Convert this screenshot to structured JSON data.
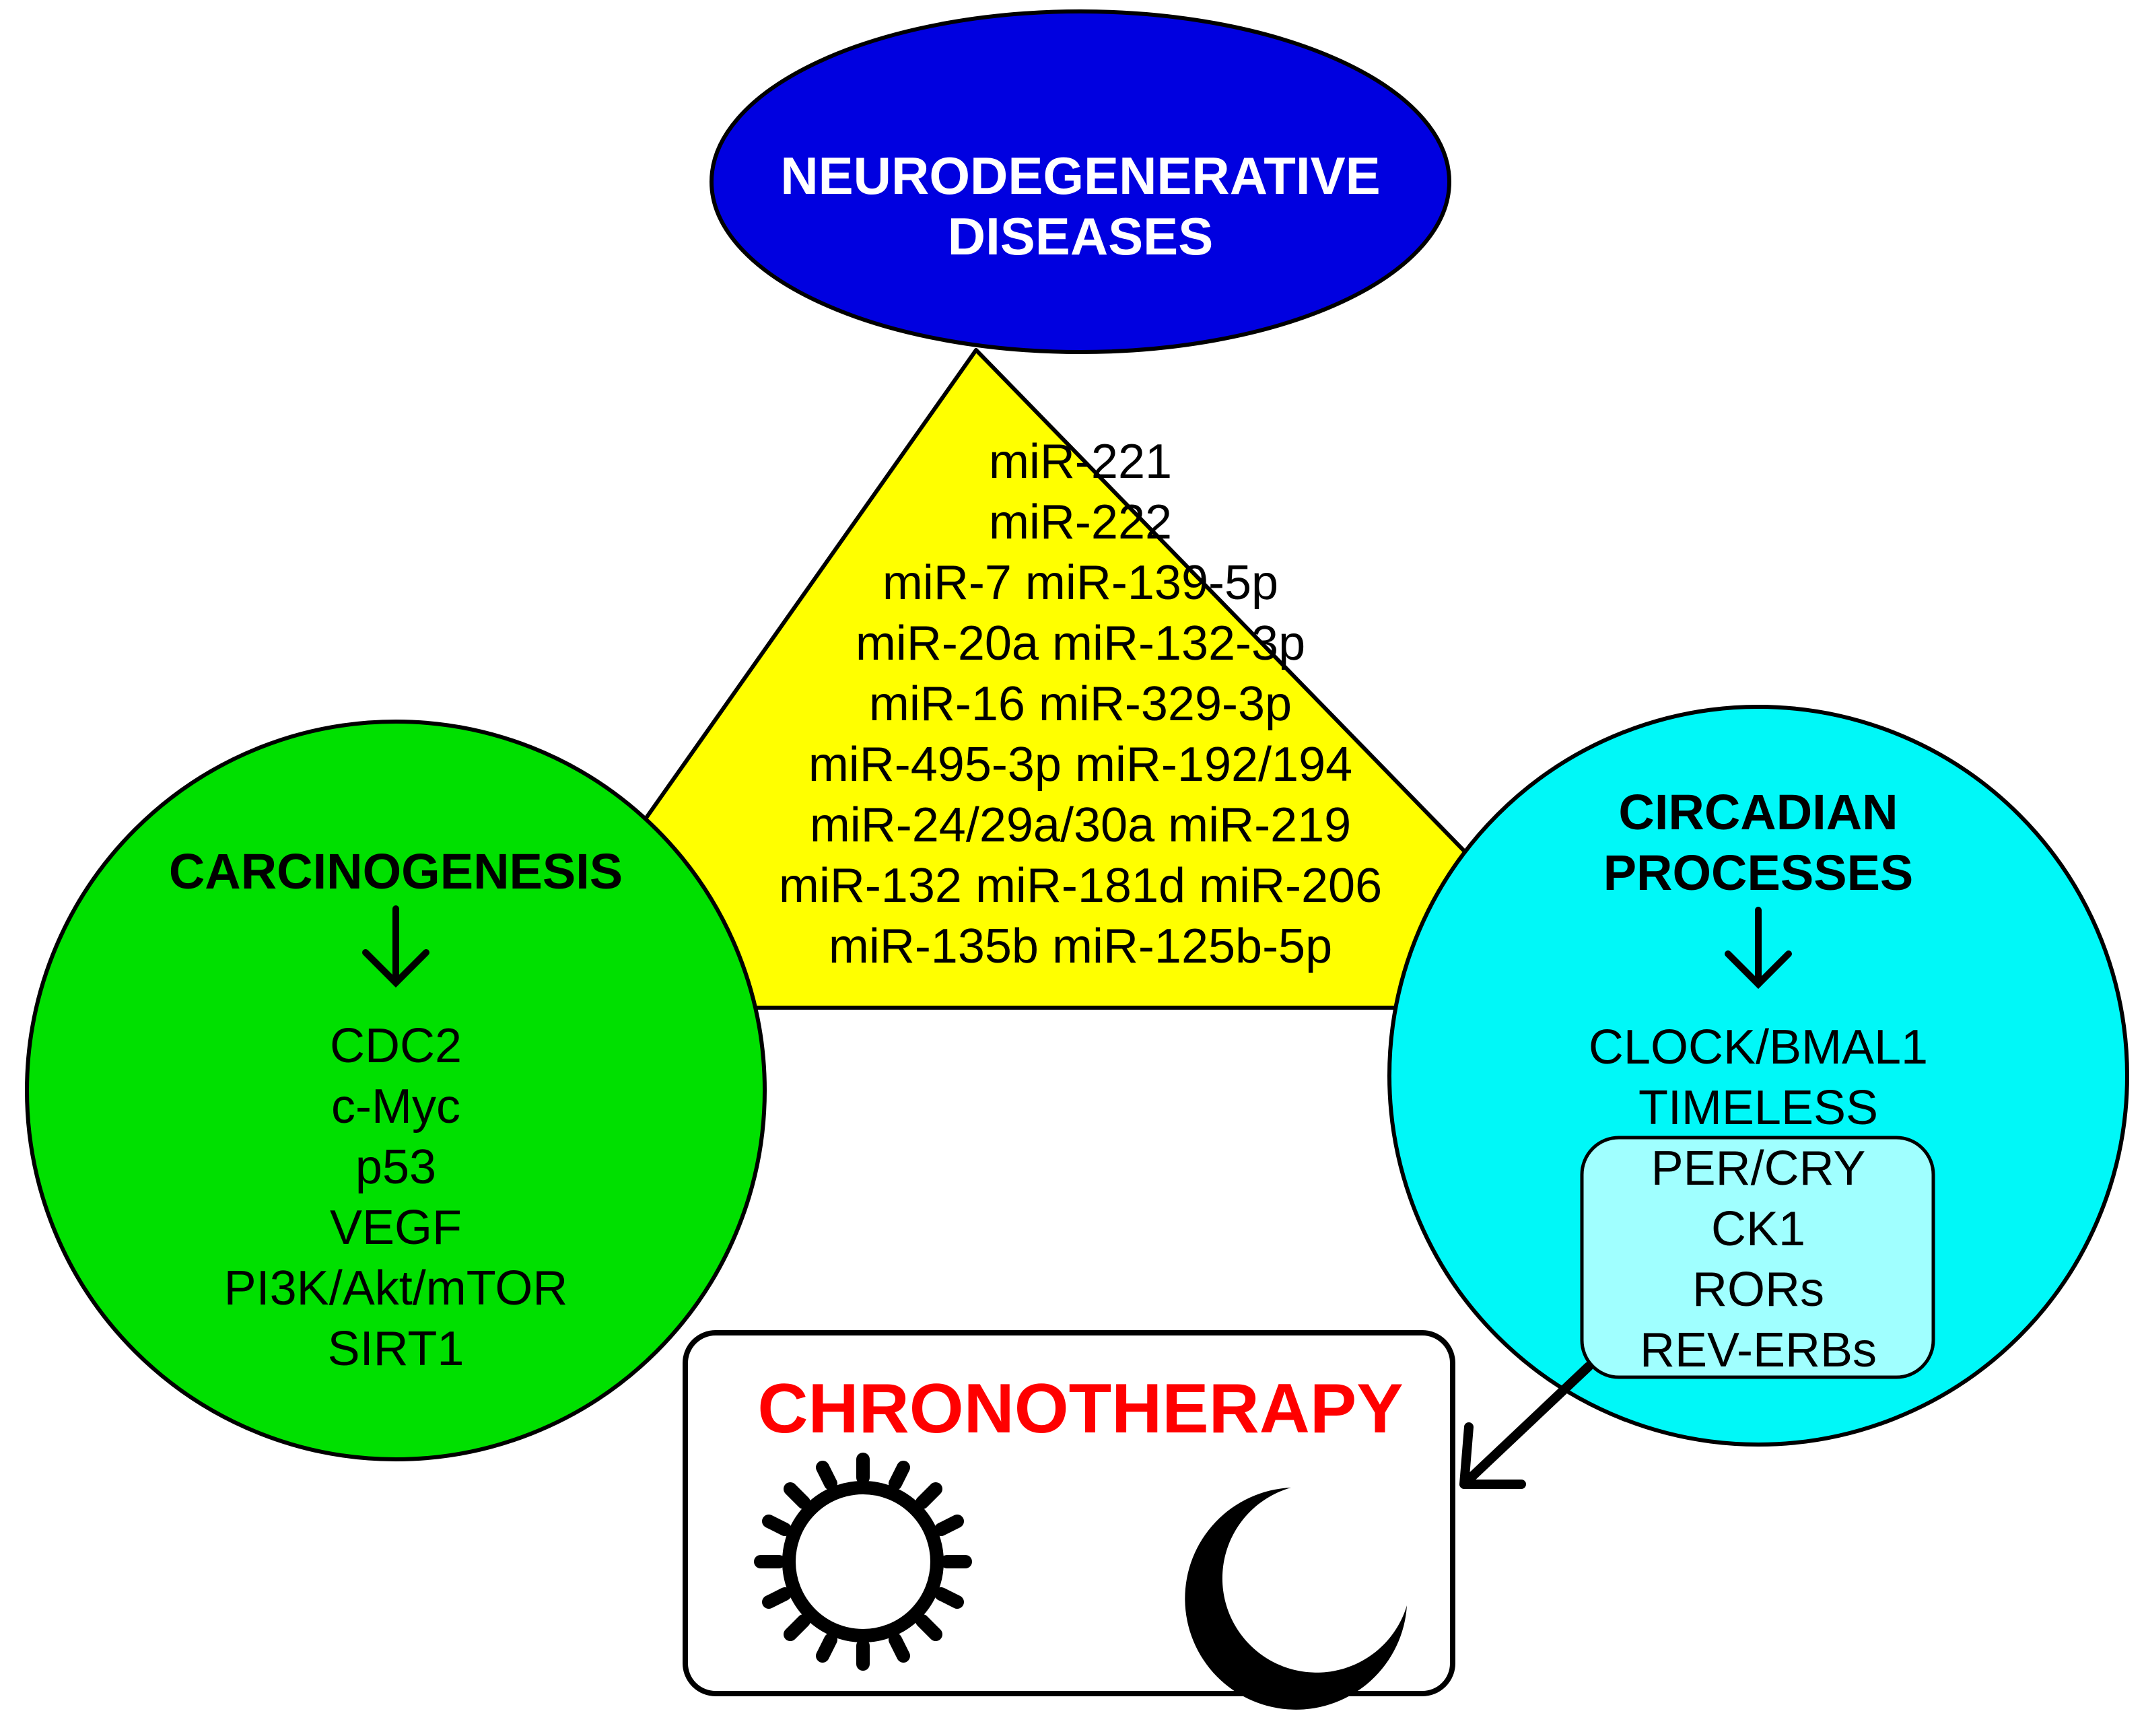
{
  "neuro": {
    "line1": "NEURODEGENERATIVE",
    "line2": "DISEASES",
    "fill": "#0000e0",
    "text_color": "#ffffff"
  },
  "mirnas": {
    "fill": "#ffff00",
    "lines": [
      "miR-221",
      "miR-222",
      "miR-7 miR-139-5p",
      "miR-20a miR-132-3p",
      "miR-16 miR-329-3p",
      "miR-495-3p miR-192/194",
      "miR-24/29a/30a miR-219",
      "miR-132 miR-181d miR-206",
      "miR-135b miR-125b-5p"
    ]
  },
  "carcinogenesis": {
    "title": "CARCINOGENESIS",
    "fill": "#00e000",
    "items": [
      "CDC2",
      "c-Myc",
      "p53",
      "VEGF",
      "PI3K/Akt/mTOR",
      "SIRT1"
    ]
  },
  "circadian": {
    "title_line1": "CIRCADIAN",
    "title_line2": "PROCESSES",
    "fill": "#00f8f8",
    "items": [
      "CLOCK/BMAL1",
      "TIMELESS"
    ],
    "boxed_items": [
      "PER/CRY",
      "CK1",
      "RORs",
      "REV-ERBs"
    ],
    "box_fill": "#a0ffff"
  },
  "chronotherapy": {
    "title": "CHRONOTHERAPY",
    "title_color": "#ff0000",
    "icons": [
      "sun-icon",
      "moon-icon"
    ]
  }
}
